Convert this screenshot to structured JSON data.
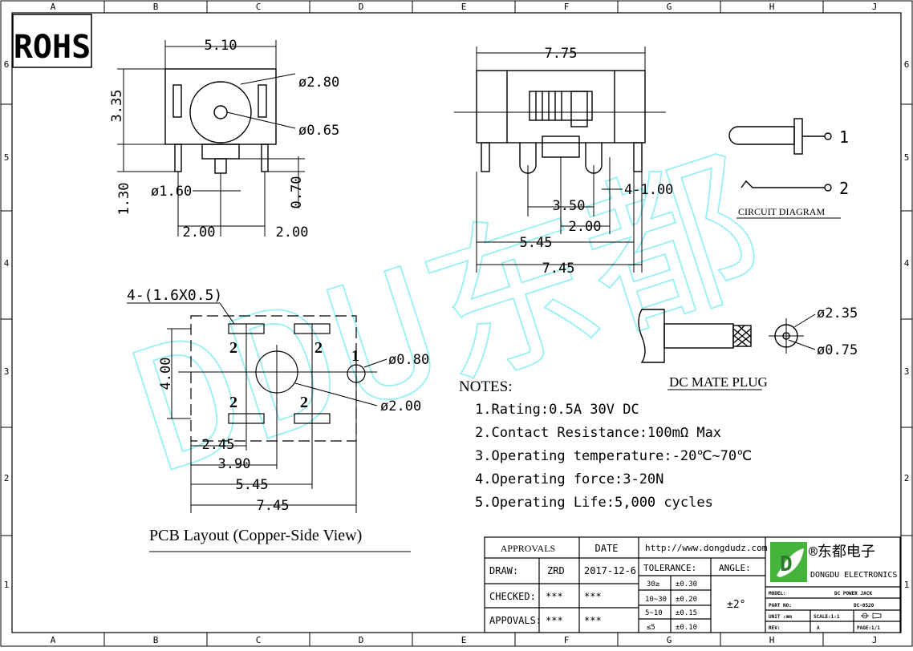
{
  "frame": {
    "columns": [
      "A",
      "B",
      "C",
      "D",
      "E",
      "F",
      "G",
      "H",
      "J"
    ],
    "rows": [
      "6",
      "5",
      "4",
      "3",
      "2",
      "1"
    ]
  },
  "rohs": "ROHS",
  "top_view": {
    "width": "5.10",
    "height": "3.35",
    "hole_outer": "ø2.80",
    "hole_inner": "ø0.65",
    "pin_dia": "ø1.60",
    "pin_len": "1.30",
    "pin_off": "0.70",
    "pitch_left": "2.00",
    "pitch_right": "2.00"
  },
  "side_view": {
    "width": "7.75",
    "d350": "3.50",
    "d200": "2.00",
    "d545": "5.45",
    "d745": "7.45",
    "d4x100": "4-1.00"
  },
  "circuit": {
    "pin1": "1",
    "pin2": "2",
    "label": "CIRCUIT DIAGRAM"
  },
  "plug": {
    "d_outer": "ø2.35",
    "d_inner": "ø0.75",
    "label": "DC MATE PLUG"
  },
  "pcb": {
    "pads_label": "4-(1.6X0.5)",
    "pad_num_1": "1",
    "pad_num_2": "2",
    "height": "4.00",
    "hole_small": "ø0.80",
    "hole_big": "ø2.00",
    "d245": "2.45",
    "d390": "3.90",
    "d545": "5.45",
    "d745": "7.45",
    "title": "PCB Layout (Copper-Side View)"
  },
  "notes": {
    "title": "NOTES:",
    "items": [
      "1.Rating:0.5A 30V DC",
      "2.Contact Resistance:100mΩ Max",
      "3.Operating temperature:-20℃~70℃",
      "4.Operating force:3-20N",
      "5.Operating Life:5,000 cycles"
    ]
  },
  "watermark": "DDU东都",
  "title_block": {
    "approvals": "APPROVALS",
    "date": "DATE",
    "url": "http://www.dongdudz.com",
    "draw_label": "DRAW:",
    "draw_name": "ZRD",
    "draw_date": "2017-12-6",
    "checked_label": "CHECKED:",
    "checked_name": "***",
    "checked_date": "***",
    "appovals_label": "APPOVALS:",
    "appovals_name": "***",
    "appovals_date": "***",
    "tolerance": "TOLERANCE:",
    "angle": "ANGLE:",
    "angle_value": "±2°",
    "tol_rows": [
      {
        "range": "30≥",
        "value": "±0.30"
      },
      {
        "range": "10~30",
        "value": "±0.20"
      },
      {
        "range": "5~10",
        "value": "±0.15"
      },
      {
        "range": "≤5",
        "value": "±0.10"
      }
    ],
    "company_cn": "®东都电子",
    "company_en": "DONGDU ELECTRONICS",
    "model_label": "MODEL:",
    "model_value": "DC POWER JACK",
    "part_label": "PART NO:",
    "part_value": "DC-0520",
    "unit_label": "UNIT :mm",
    "scale_label": "SCALE:1:1",
    "rev_label": "REV:",
    "rev_value": "A",
    "page_label": "PAGE:1/1",
    "colors": {
      "logo_green": "#46b43c",
      "watermark": "#9ff0f4"
    }
  }
}
